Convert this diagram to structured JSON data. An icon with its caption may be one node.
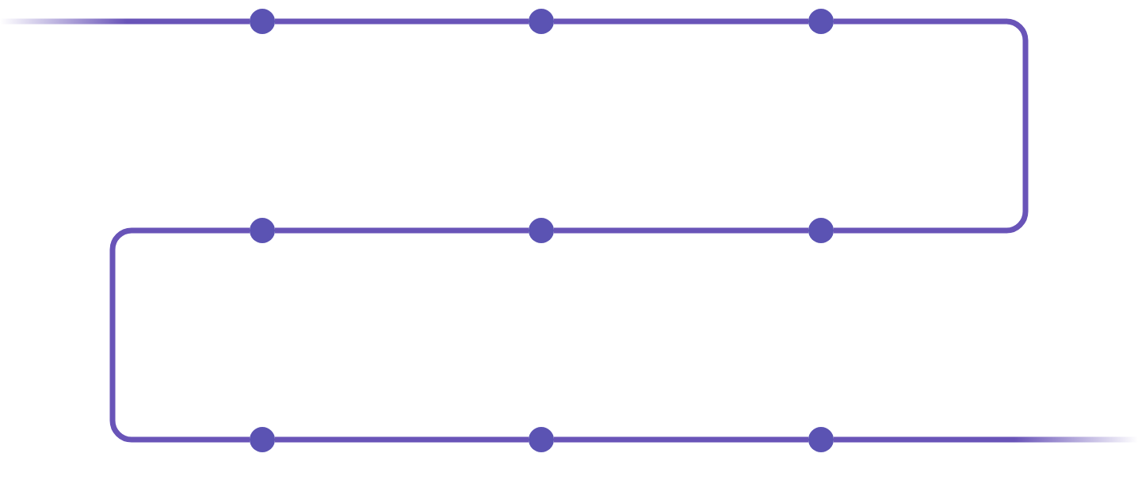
{
  "diagram": {
    "nodes": [
      {
        "text": [],
        "shape": "circle"
      },
      {
        "text": [],
        "shape": "circle"
      },
      {
        "text": [],
        "shape": "circle"
      },
      {
        "text": [],
        "shape": "circle"
      },
      {
        "text": [],
        "shape": "circle"
      },
      {
        "text": [],
        "shape": "circle"
      },
      {
        "text": [],
        "shape": "circle"
      },
      {
        "text": [],
        "shape": "circle"
      },
      {
        "text": [],
        "shape": "circle"
      }
    ],
    "edges": [
      {
        "from": null,
        "to": 0,
        "arrow": "none"
      },
      {
        "from": 0,
        "to": 1,
        "arrow": "none"
      },
      {
        "from": 1,
        "to": 2,
        "arrow": "none"
      },
      {
        "from": 2,
        "to": 5,
        "arrow": "none"
      },
      {
        "from": 5,
        "to": 4,
        "arrow": "none"
      },
      {
        "from": 4,
        "to": 3,
        "arrow": "none"
      },
      {
        "from": 3,
        "to": 6,
        "arrow": "none"
      },
      {
        "from": 6,
        "to": 7,
        "arrow": "none"
      },
      {
        "from": 7,
        "to": 8,
        "arrow": "none"
      },
      {
        "from": 8,
        "to": null,
        "arrow": "none"
      }
    ]
  }
}
